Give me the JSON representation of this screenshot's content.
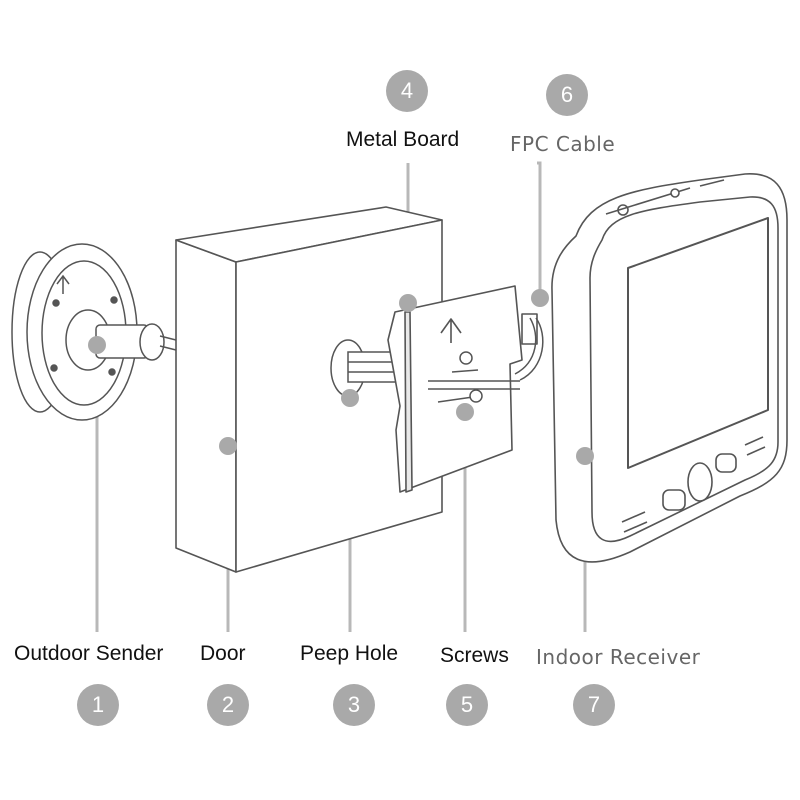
{
  "components": [
    {
      "number": "1",
      "label": "Outdoor Sender"
    },
    {
      "number": "2",
      "label": "Door"
    },
    {
      "number": "3",
      "label": "Peep Hole"
    },
    {
      "number": "4",
      "label": "Metal Board"
    },
    {
      "number": "5",
      "label": "Screws"
    },
    {
      "number": "6",
      "label": "FPC Cable"
    },
    {
      "number": "7",
      "label": "Indoor Receiver"
    }
  ],
  "colors": {
    "badge": "#a9a9a9",
    "leader_line": "#b5b5b5",
    "outline": "#555555"
  }
}
